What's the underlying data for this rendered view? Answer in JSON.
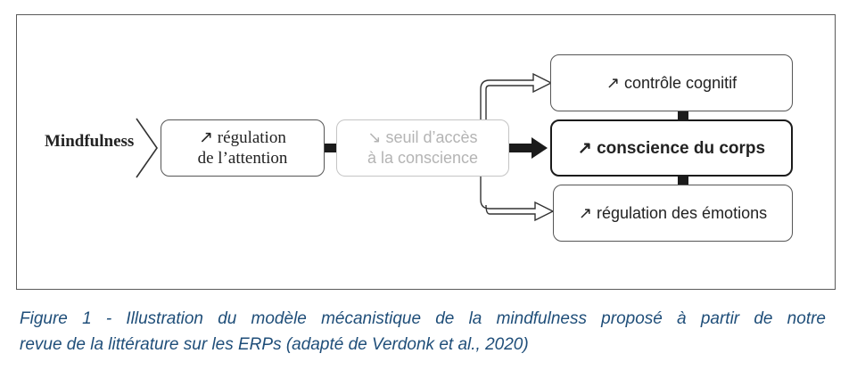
{
  "diagram": {
    "source": "Mindfulness",
    "nodes": {
      "attention": {
        "line1": "↗ régulation",
        "line2": "de l’attention"
      },
      "seuil": {
        "line1": "↘ seuil d’accès",
        "line2": "à la conscience"
      },
      "cognitif": {
        "label": "↗ contrôle cognitif"
      },
      "corps": {
        "label": "↗ conscience du corps"
      },
      "emotions": {
        "label": "↗ régulation des émotions"
      }
    }
  },
  "caption": {
    "line1": "Figure 1 - Illustration du modèle mécanistique de la mindfulness proposé à partir de notre",
    "line2": "revue de la littérature sur les ERPs (adapté de Verdonk et al., 2020)"
  }
}
